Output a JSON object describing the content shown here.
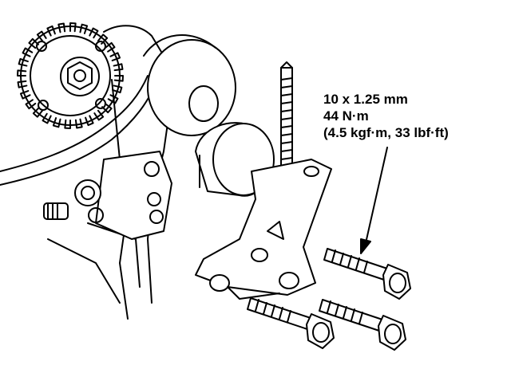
{
  "spec": {
    "bolt_size": "10 x 1.25 mm",
    "torque_nm": "44 N·m",
    "torque_alt": "(4.5 kgf·m, 33 lbf·ft)"
  },
  "colors": {
    "ink": "#000000",
    "paper": "#ffffff"
  }
}
